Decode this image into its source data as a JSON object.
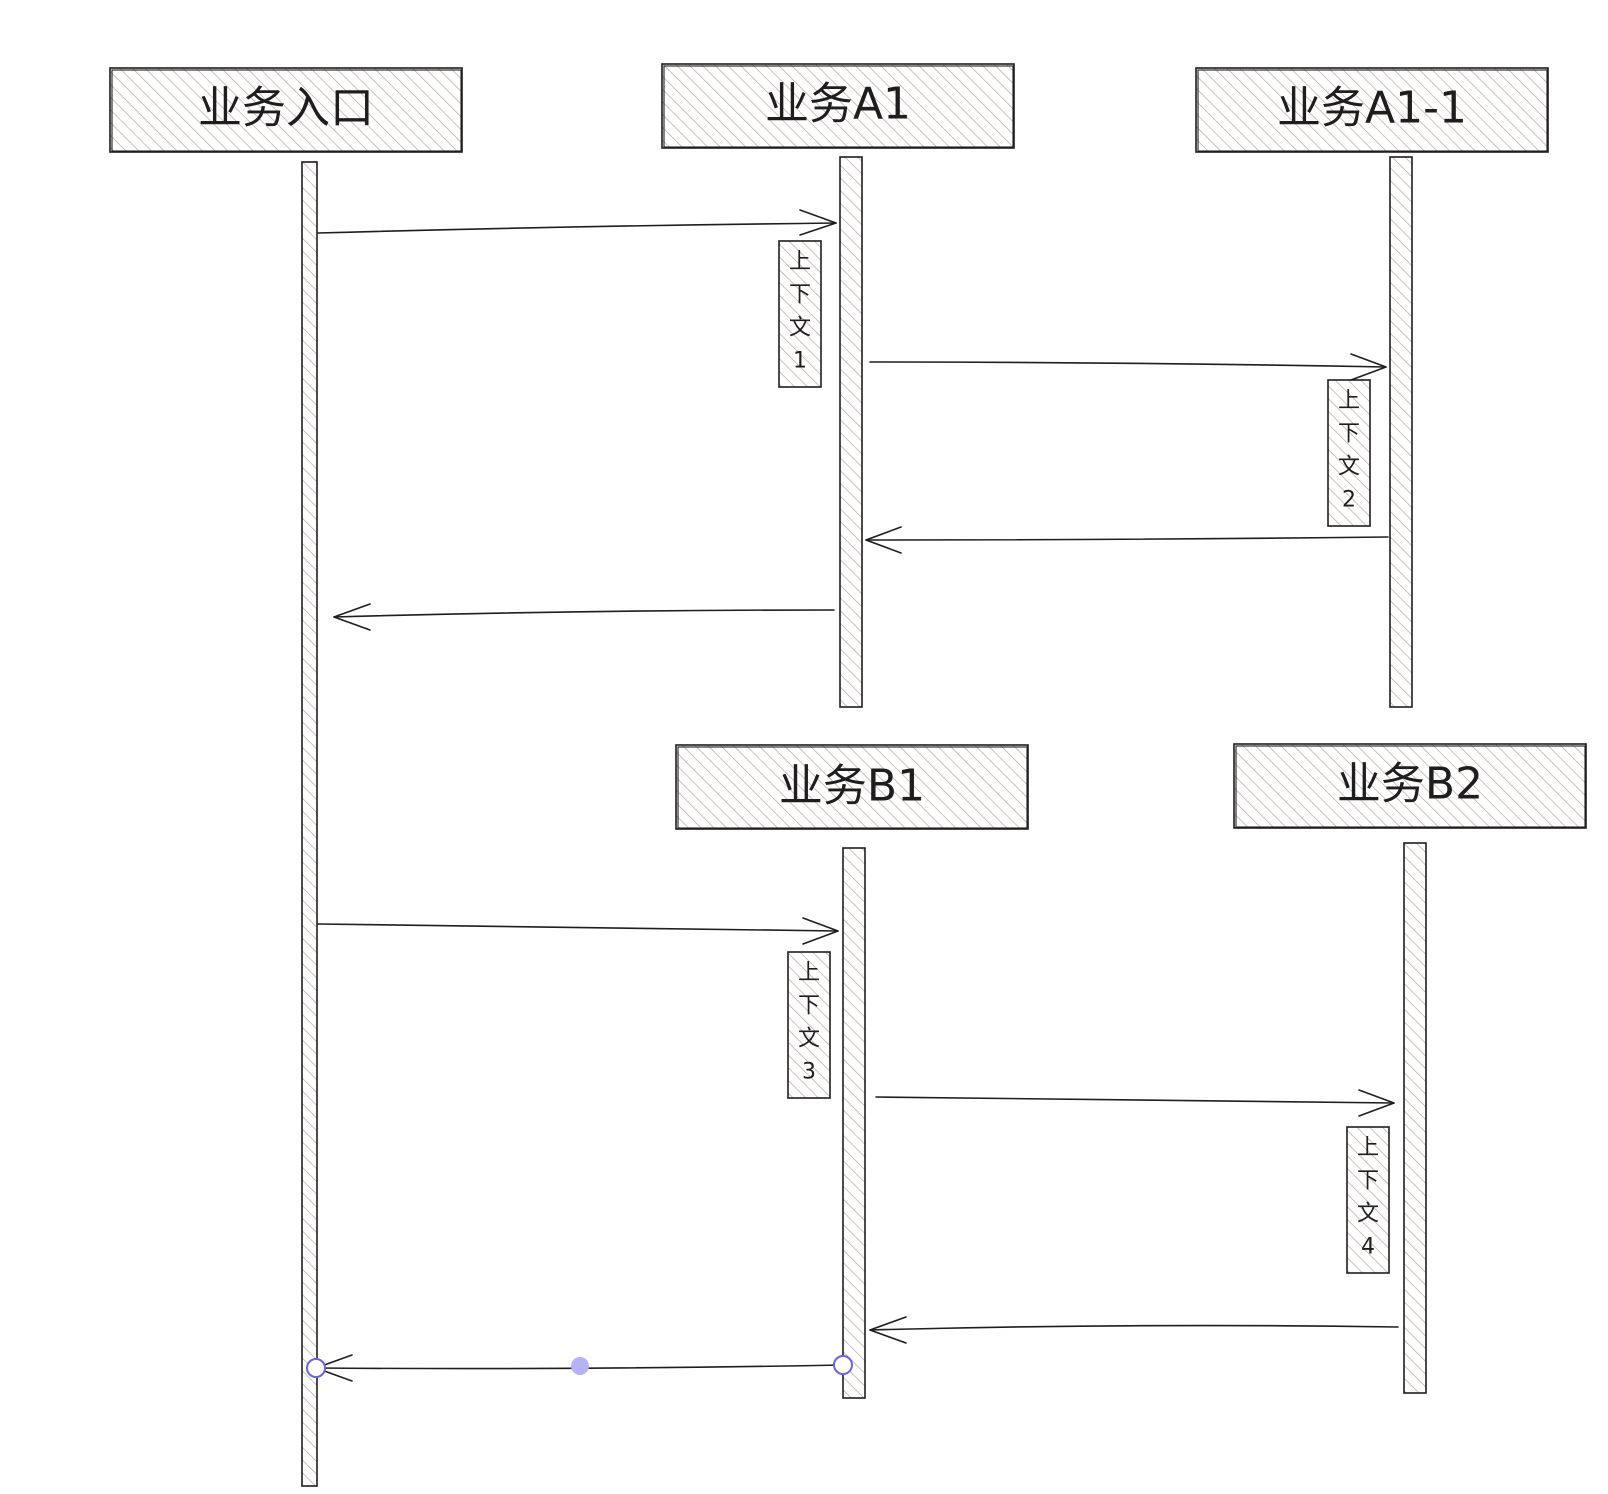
{
  "participants": {
    "entry": {
      "label": "业务入口"
    },
    "a1": {
      "label": "业务A1"
    },
    "a1_1": {
      "label": "业务A1-1"
    },
    "b1": {
      "label": "业务B1"
    },
    "b2": {
      "label": "业务B2"
    }
  },
  "contexts": {
    "ctx1": {
      "chars": [
        "上",
        "下",
        "文",
        "1"
      ]
    },
    "ctx2": {
      "chars": [
        "上",
        "下",
        "文",
        "2"
      ]
    },
    "ctx3": {
      "chars": [
        "上",
        "下",
        "文",
        "3"
      ]
    },
    "ctx4": {
      "chars": [
        "上",
        "下",
        "文",
        "4"
      ]
    }
  },
  "colors": {
    "stroke": "#1e1e1e",
    "hatch": "#b8a8a0",
    "selection": "#6965db",
    "selection_mid": "#b6b3f5",
    "background": "#ffffff"
  }
}
